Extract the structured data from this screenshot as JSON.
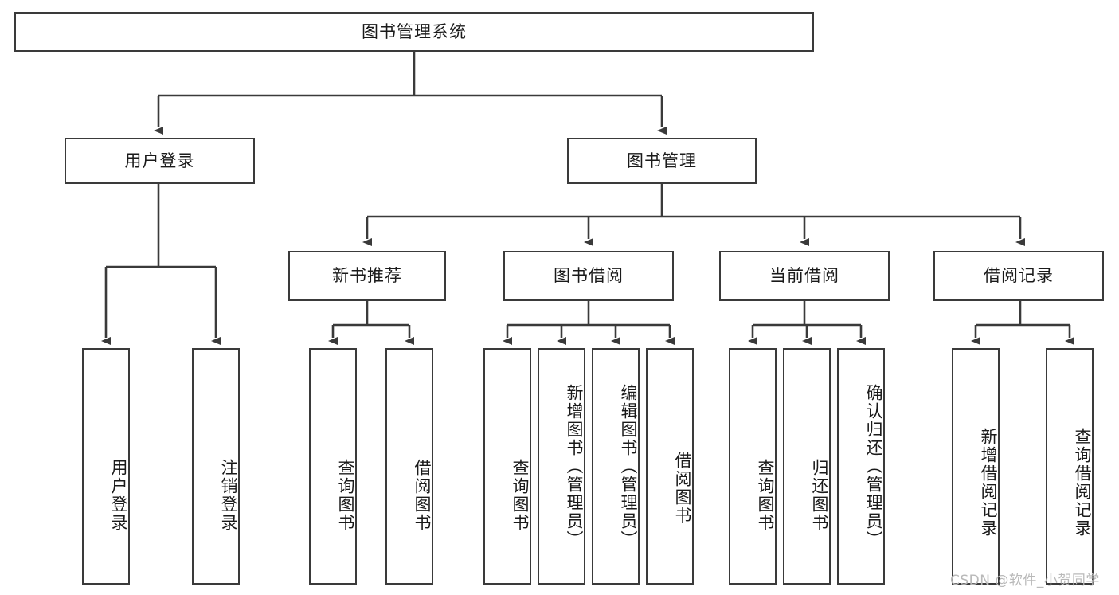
{
  "diagram": {
    "type": "tree-hierarchy",
    "title_node": {
      "label": "图书管理系统"
    },
    "level1": [
      {
        "id": "user-login",
        "label": "用户登录"
      },
      {
        "id": "book-management",
        "label": "图书管理"
      }
    ],
    "level2": [
      {
        "id": "new-book-recommend",
        "label": "新书推荐",
        "parent": "book-management"
      },
      {
        "id": "book-borrow",
        "label": "图书借阅",
        "parent": "book-management"
      },
      {
        "id": "current-borrow",
        "label": "当前借阅",
        "parent": "book-management"
      },
      {
        "id": "borrow-record",
        "label": "借阅记录",
        "parent": "book-management"
      }
    ],
    "leaves": {
      "user-login": [
        {
          "label": "用户登录"
        },
        {
          "label": "注销登录"
        }
      ],
      "new-book-recommend": [
        {
          "label": "查询图书"
        },
        {
          "label": "借阅图书"
        }
      ],
      "book-borrow": [
        {
          "label": "查询图书"
        },
        {
          "label": "新增图书（管理员）"
        },
        {
          "label": "编辑图书（管理员）"
        },
        {
          "label": "借阅图书"
        }
      ],
      "current-borrow": [
        {
          "label": "查询图书"
        },
        {
          "label": "归还图书"
        },
        {
          "label": "确认归还（管理员）"
        }
      ],
      "borrow-record": [
        {
          "label": "新增借阅记录"
        },
        {
          "label": "查询借阅记录"
        }
      ]
    }
  },
  "watermark": {
    "text": "CSDN @软件_小贺同学"
  },
  "colors": {
    "border": "#3a3a3a",
    "background": "#ffffff",
    "text": "#1a1a1a",
    "watermark": "#b9b9b9"
  }
}
